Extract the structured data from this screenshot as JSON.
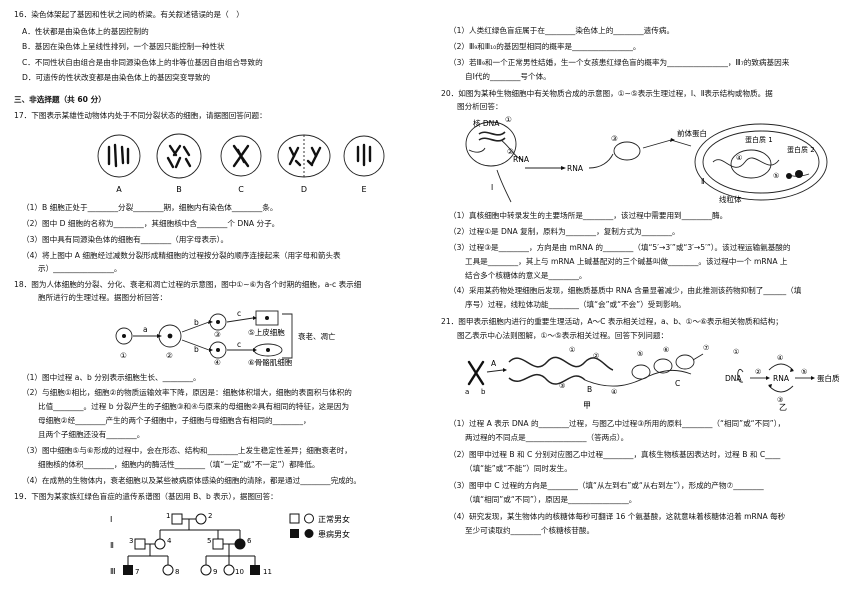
{
  "left": {
    "q16": {
      "stem": "16．染色体架起了基因和性状之间的桥梁。有关叙述错误的是（　）",
      "A": "A．性状都是由染色体上的基因控制的",
      "B": "B．基因在染色体上呈线性排列，一个基因只能控制一种性状",
      "C": "C．不同性状自由组合是由非同源染色体上的非等位基因自由组合导致的",
      "D": "D．可遗传的性状改变都是由染色体上的基因突变导致的"
    },
    "section3": "三、非选择题（共 60 分）",
    "q17": {
      "stem": "17．下图表示某雄性动物体内处于不同分裂状态的细胞，请据图回答问题：",
      "labels": [
        "A",
        "B",
        "C",
        "D",
        "E"
      ],
      "l1": "（1）B 细胞正处于________分裂________期，细胞内有染色体________条。",
      "l2": "（2）图中 D 细胞的名称为________，其细胞核中含________个 DNA 分子。",
      "l3": "（3）图中具有同源染色体的细胞有________（用字母表示）。",
      "l4a": "（4）将上图中 A 细胞经过减数分裂形成精细胞的过程按分裂的顺序连接起来（用字母和箭头表",
      "l4b": "示）________________。"
    },
    "q18": {
      "stem1": "18．图为人体细胞的分裂、分化、衰老和凋亡过程的示意图，图中①~⑥为各个时期的细胞，a-c 表示细",
      "stem2": "胞所进行的生理过程。据图分析回答：",
      "diagram": {
        "a": "a",
        "b": "b",
        "c": "c",
        "n1": "①",
        "n2": "②",
        "n3": "③",
        "n4": "④",
        "n5": "⑤",
        "n6": "⑥",
        "t5": "⑤上皮细胞",
        "t6": "⑥骨骼肌细胞",
        "aging": "衰老、凋亡"
      },
      "l1": "（1）图中过程 a、b 分别表示细胞生长、________。",
      "l2a": "（2）与细胞①相比，细胞②的物质运输效率下降，原因是：细胞体积增大，细胞的表面积与体积的",
      "l2b": "比值________。过程 b 分裂产生的子细胞③和④与原来的母细胞②具有相同的特征，这是因为",
      "l2c": "母细胞②经________产生的两个子细胞中，子细胞与母细胞含有相同的________，",
      "l2d": "且两个子细胞还没有________。",
      "l3a": "（3）图中细胞⑤与⑥形成的过程中，会在形态、结构和________上发生稳定性差异；细胞衰老时，",
      "l3b": "细胞核的体积________，细胞内的酶活性________（填“一定”或“不一定”）都降低。",
      "l4": "（4）在成熟的生物体内，衰老细胞以及某些被病原体感染的细胞的清除，都是通过________完成的。"
    },
    "q19": {
      "stem": "19．下图为某家族红绿色盲症的遗传系谱图（基因用 B、b 表示），据图回答：",
      "g1": "Ⅰ",
      "g2": "Ⅱ",
      "g3": "Ⅲ",
      "p1": "1",
      "p2": "2",
      "p3": "3",
      "p4": "4",
      "p5": "5",
      "p6": "6",
      "p7": "7",
      "p8": "8",
      "p9": "9",
      "p10": "10",
      "p11": "11",
      "legend1": "正常男女",
      "legend2": "患病男女"
    }
  },
  "right": {
    "q19cont": {
      "l1": "（1）人类红绿色盲症属于在________染色体上的________遗传病。",
      "l2": "（2）Ⅲ₉和Ⅲ₁₀的基因型相同的概率是________________。",
      "l3a": "（3）若Ⅲ₉和一个正常男性结婚，生一个女孩患红绿色盲的概率为________________，Ⅲ₇的致病基因来",
      "l3b": "自Ⅰ代的________号个体。"
    },
    "q20": {
      "stem1": "20．如图为某种生物细胞中有关物质合成的示意图，①~⑤表示生理过程，Ⅰ、Ⅱ表示结构或物质。据",
      "stem2": "图分析回答：",
      "diagram": {
        "nucDNA": "核 DNA",
        "n1": "①",
        "n2": "②",
        "n3": "③",
        "n4": "④",
        "n5": "⑤",
        "rna1": "RNA",
        "rna2": "RNA",
        "I": "Ⅰ",
        "II": "Ⅱ",
        "pre": "前体蛋白",
        "p1": "蛋白质 1",
        "p2": "蛋白质 2",
        "mito": "线粒体"
      },
      "l1": "（1）真核细胞中转录发生的主要场所是________，该过程中需要用到________酶。",
      "l2": "（2）过程①是  DNA 复制，原料为________，复制方式为________。",
      "l3a": "（3）过程③是________，方向是由  mRNA  的________（填“5′→3′”或“3′→5′”）。该过程运输氨基酸的",
      "l3b": "工具是________，其上与  mRNA  上碱基配对的三个碱基叫做________。该过程中一个  mRNA  上",
      "l3c": "结合多个核糖体的意义是________。",
      "l4a": "（4）采用某药物处理细胞后发现，细胞质基质中 RNA  含量显著减少，由此推测该药物抑制了______（填",
      "l4b": "序号）过程，线粒体功能________（填“会”或“不会”）受到影响。"
    },
    "q21": {
      "stem1": "21．图甲表示细胞内进行的重要生理活动，A～C 表示相关过程，a、b、①～⑥表示相关物质和结构；",
      "stem2": "图乙表示中心法则图解，①～⑤表示相关过程。回答下列问题：",
      "diagram": {
        "A": "A",
        "B": "B",
        "C": "C",
        "a": "a",
        "b": "b",
        "n1": "①",
        "n2": "②",
        "n3": "③",
        "n4": "④",
        "n5": "⑤",
        "n6": "⑥",
        "n7": "⑦",
        "jia": "甲",
        "yi": "乙",
        "dna": "DNA",
        "rna": "RNA",
        "prot": "蛋白质"
      },
      "l1a": "（1）过程 A 表示 DNA 的________过程，与图乙中过程③所用的原料________（“相同”或“不同”），",
      "l1b": "两过程的不同点是________________（答两点）。",
      "l2a": "（2）图甲中过程 B 和 C 分别对应图乙中过程________，真核生物核基因表达时，过程 B 和 C____",
      "l2b": "（填“能”或“不能”）同时发生。",
      "l3a": "（3）图甲中 C 过程的方向是________（填“从左到右”或“从右到左”），形成的产物⑦________",
      "l3b": "（填“相同”或“不同”），原因是________________。",
      "l4a": "（4）研究发现，某生物体内的核糖体每秒可翻译 16 个氨基酸，这就意味着核糖体沿着 mRNA 每秒",
      "l4b": "至少可读取约________个核糖核苷酸。"
    }
  }
}
